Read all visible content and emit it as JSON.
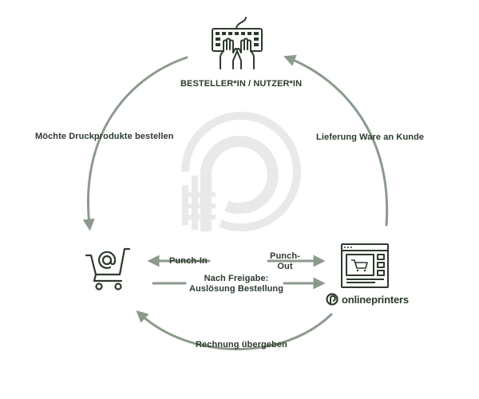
{
  "colors": {
    "ink": "#2d3a2c",
    "arrow": "#8c9a8b",
    "watermark": "#e9e9e9"
  },
  "icons": {
    "top": "keyboard-hands-icon",
    "left": "shopping-cart-at-icon",
    "right": "web-shop-window-icon",
    "watermark": "onlineprinters-logo-watermark",
    "brand": "onlineprinters-logo"
  },
  "nodes": {
    "buyer": "BESTELLER*IN / NUTZER*IN",
    "brand": "onlineprinters"
  },
  "edges": {
    "wants_order": "Möchte Druckprodukte bestellen",
    "delivery": "Lieferung Ware an Kunde",
    "punch_in": "Punch-In",
    "punch_out_1": "Punch-",
    "punch_out_2": "Out",
    "approval_1": "Nach Freigabe:",
    "approval_2": "Auslösung Bestellung",
    "invoice": "Rechnung übergeben"
  }
}
